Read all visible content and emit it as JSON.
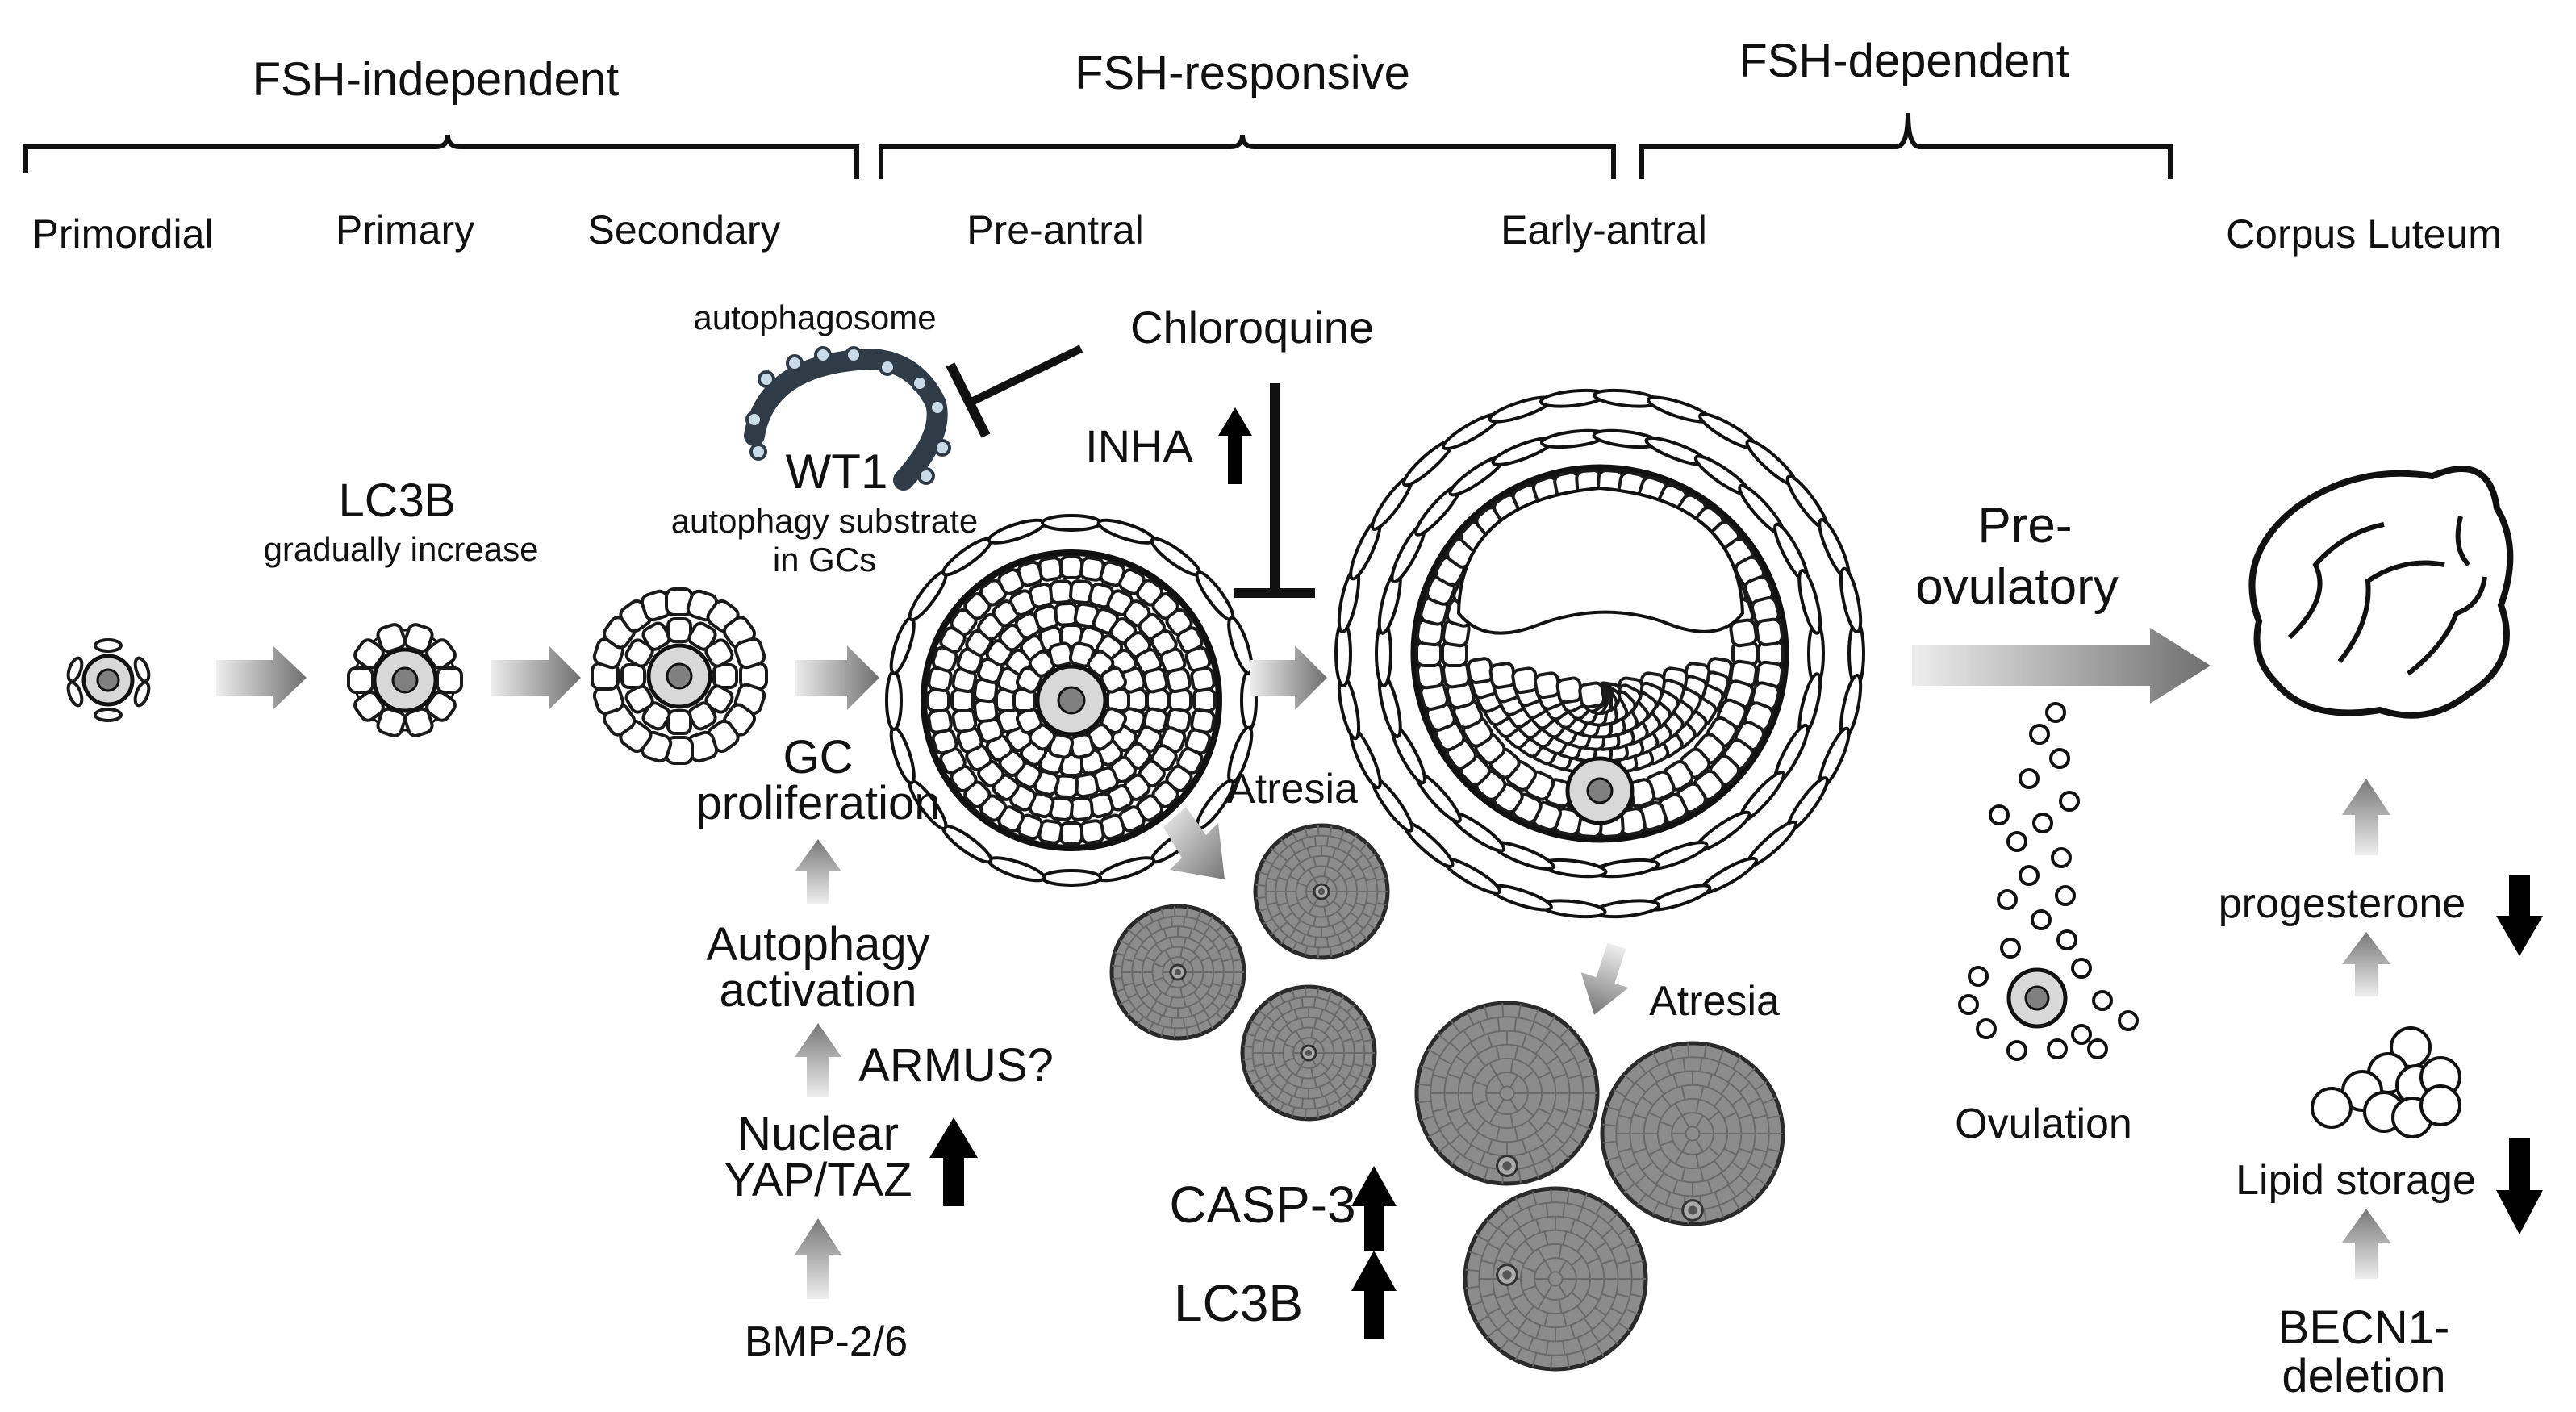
{
  "phases": {
    "fsh_independent": "FSH-independent",
    "fsh_responsive": "FSH-responsive",
    "fsh_dependent": "FSH-dependent"
  },
  "stages": {
    "primordial": "Primordial",
    "primary": "Primary",
    "secondary": "Secondary",
    "pre_antral": "Pre-antral",
    "early_antral": "Early-antral",
    "corpus_luteum": "Corpus Luteum"
  },
  "labels": {
    "lc3b_title": "LC3B",
    "lc3b_sub": "gradually increase",
    "autophagosome": "autophagosome",
    "wt1": "WT1",
    "wt1_sub1": "autophagy substrate",
    "wt1_sub2": "in GCs",
    "chloroquine": "Chloroquine",
    "inha": "INHA",
    "gc_prolif1": "GC",
    "gc_prolif2": "proliferation",
    "autophagy_act1": "Autophagy",
    "autophagy_act2": "activation",
    "armus": "ARMUS?",
    "yap1": "Nuclear",
    "yap2": "YAP/TAZ",
    "bmp": "BMP-2/6",
    "atresia1": "Atresia",
    "atresia2": "Atresia",
    "casp3": "CASP-3",
    "lc3b_bottom": "LC3B",
    "pre_ov1": "Pre-",
    "pre_ov2": "ovulatory",
    "ovulation": "Ovulation",
    "progesterone": "progesterone",
    "lipid": "Lipid storage",
    "becn1_1": "BECN1-",
    "becn1_2": "deletion"
  },
  "colors": {
    "arrow_light": "#e6e6e6",
    "arrow_dark": "#777777",
    "atretic_fill": "#8a8a8a",
    "oocyte_fill": "#d8d8d8",
    "nucleus_fill": "#808080"
  },
  "icons": {
    "up_arrow": "up-arrow-icon",
    "down_arrow": "down-arrow-icon",
    "inhibit": "inhibition-bar-icon"
  }
}
